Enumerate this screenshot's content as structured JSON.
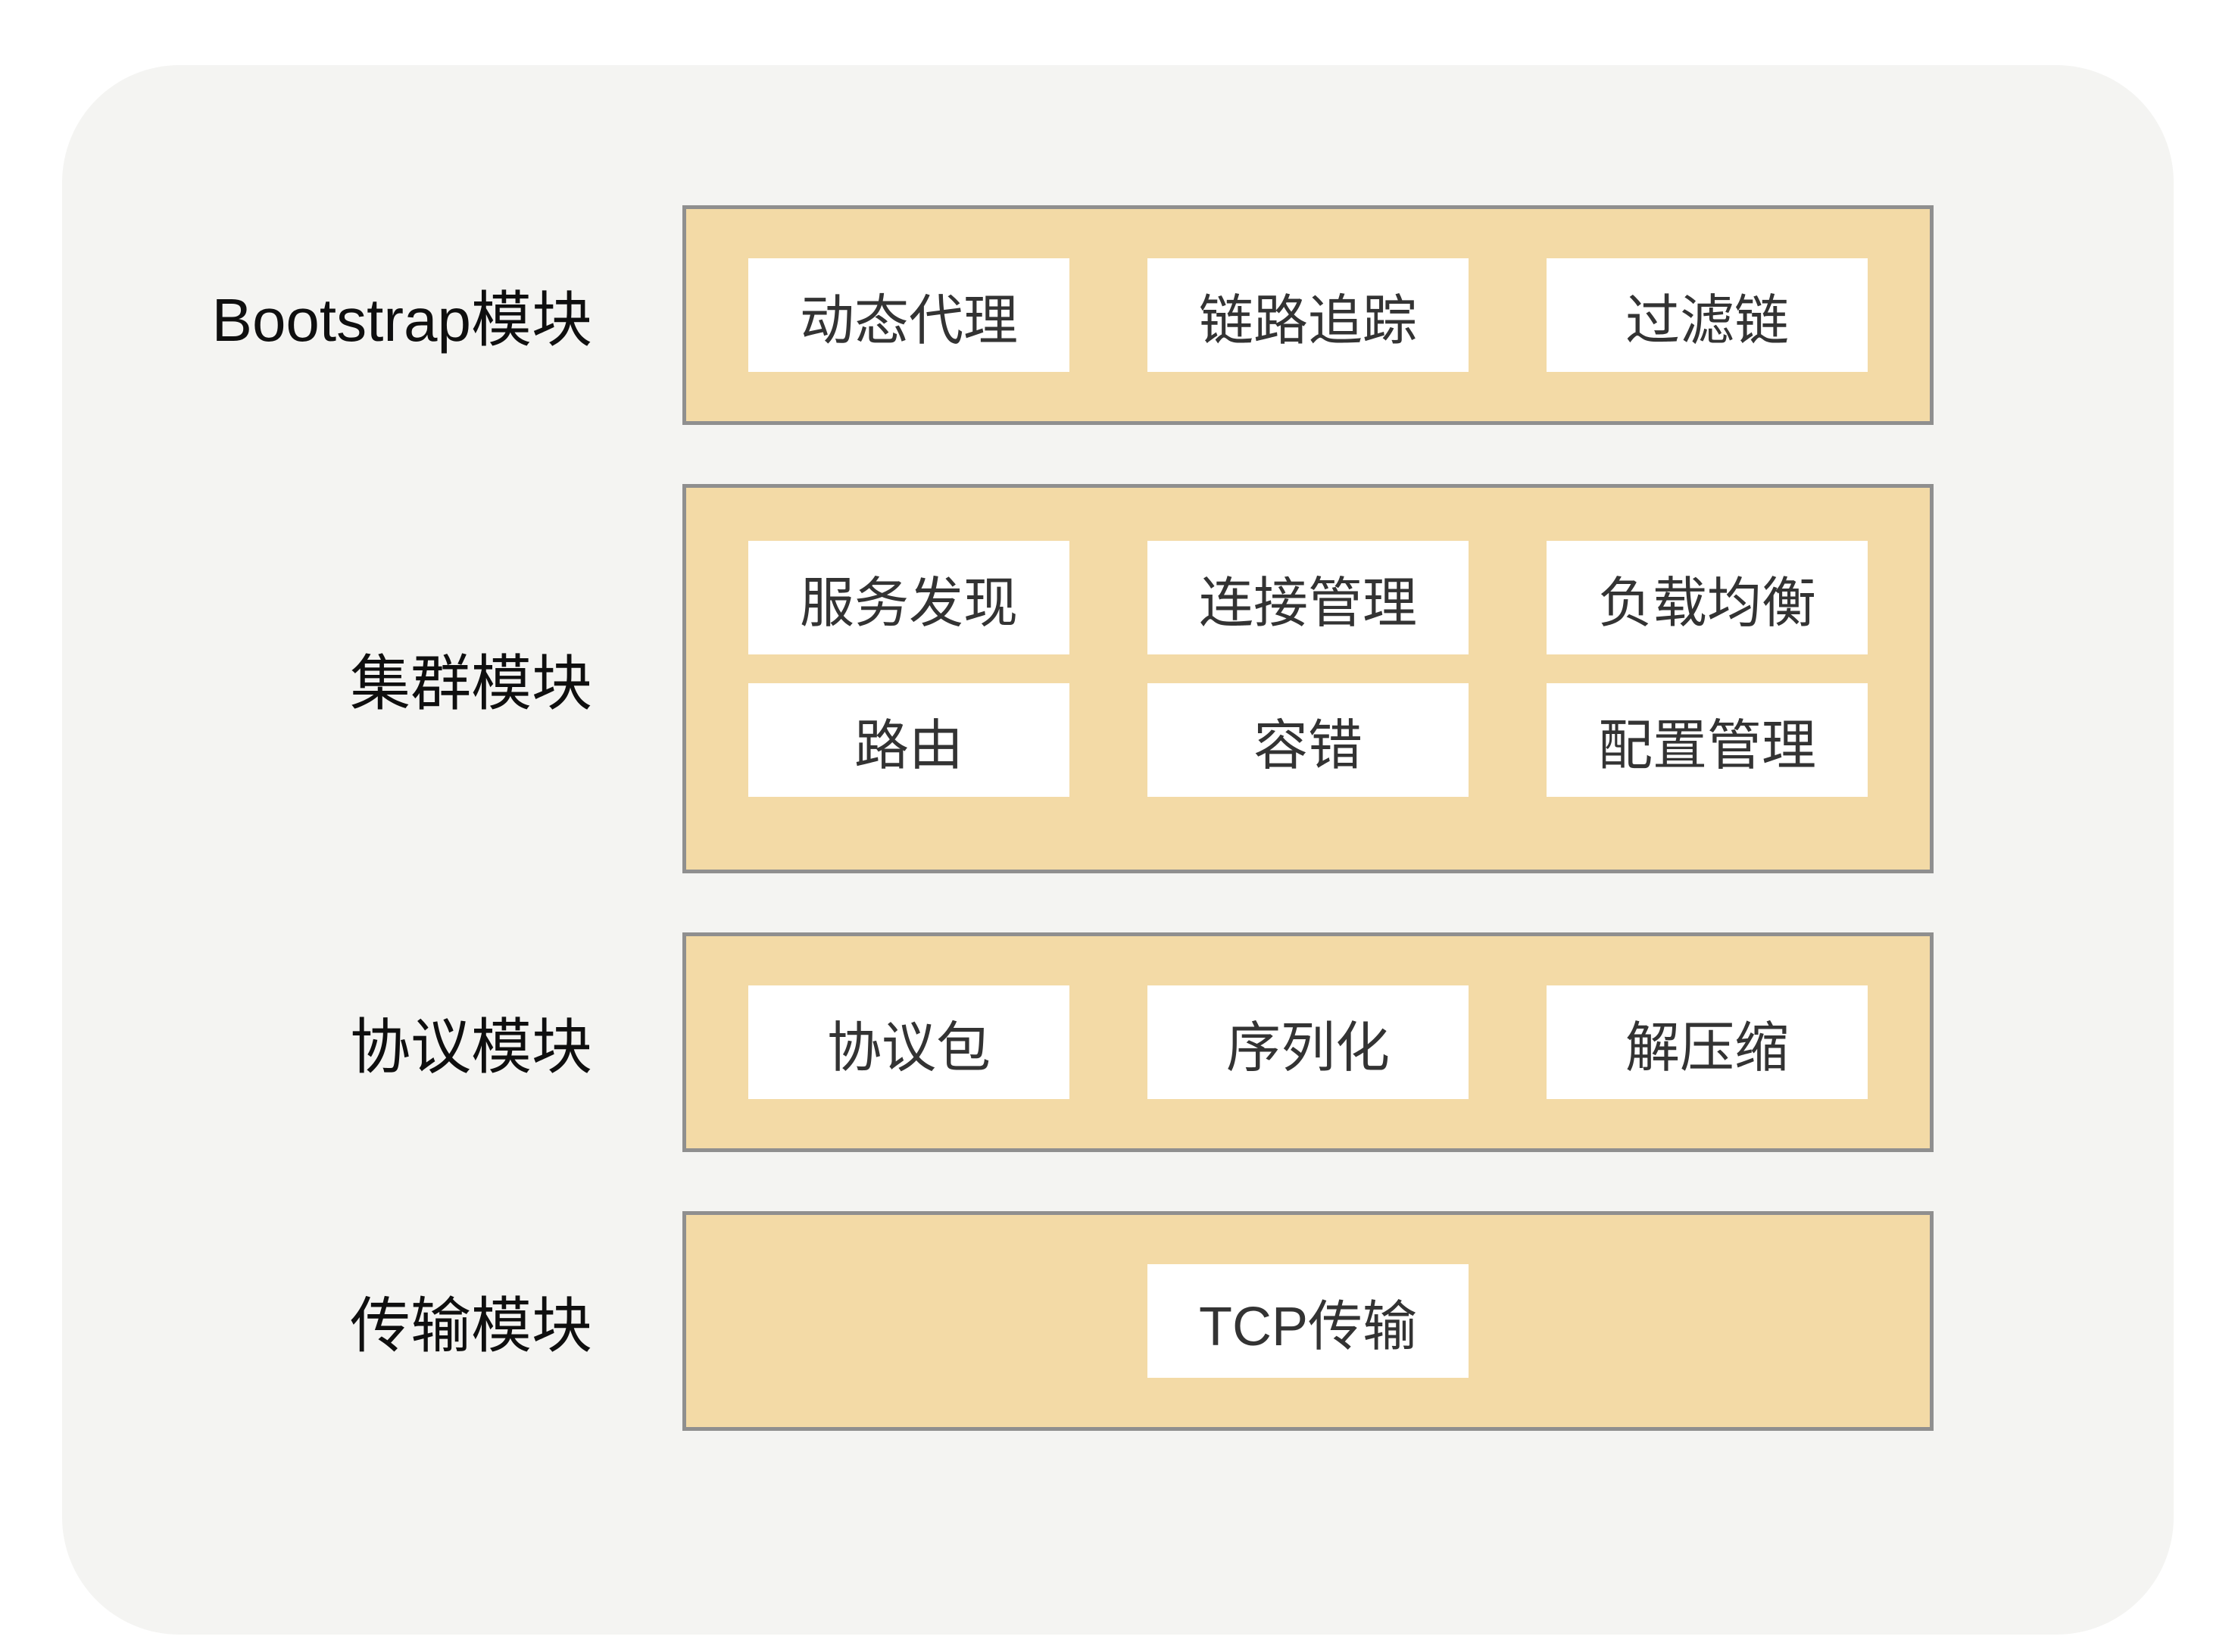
{
  "diagram": {
    "modules": [
      {
        "label": "Bootstrap模块",
        "rows": [
          [
            "动态代理",
            "链路追踪",
            "过滤链"
          ]
        ]
      },
      {
        "label": "集群模块",
        "rows": [
          [
            "服务发现",
            "连接管理",
            "负载均衡"
          ],
          [
            "路由",
            "容错",
            "配置管理"
          ]
        ]
      },
      {
        "label": "协议模块",
        "rows": [
          [
            "协议包",
            "序列化",
            "解压缩"
          ]
        ]
      },
      {
        "label": "传输模块",
        "rows": [
          [
            "TCP传输"
          ]
        ]
      }
    ],
    "colors": {
      "canvas_bg": "#ffffff",
      "panel_bg": "#f4f4f2",
      "band_fill": "#f3daa6",
      "band_border": "#8f8f8f",
      "box_bg": "#ffffff",
      "label_text": "#0f0f0f",
      "box_text": "#333333"
    }
  }
}
